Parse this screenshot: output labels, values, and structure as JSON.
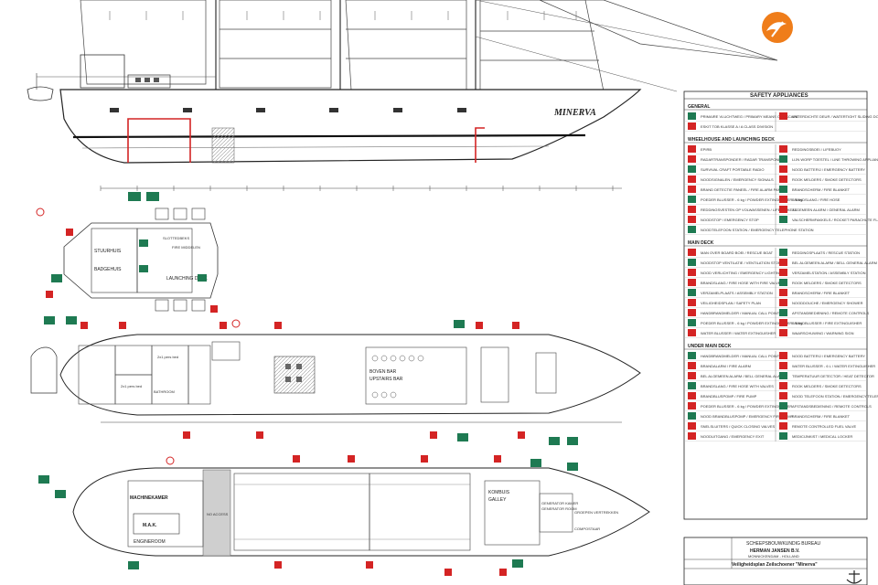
{
  "ship": {
    "name": "MINERVA"
  },
  "legend": {
    "title": "SAFETY APPLIANCES",
    "sections": [
      {
        "name": "GENERAL",
        "left": [
          "PRIMAIRE VLUCHTWEG / PRIMARY MEANS OF ESCAPE",
          "ESKIT TOB KLASSE A / A CLASS DIVISION"
        ],
        "right": [
          "WATERDICHTE DEUR / WATERTIGHT SLIDING DOOR"
        ]
      },
      {
        "name": "WHEELHOUSE AND LAUNCHING DECK",
        "left": [
          "EPIRB",
          "RADARTRANSPONDER / RADAR TRANSPONDER",
          "SURVIVAL CRAFT PORTABLE RADIO",
          "NOODSIGNALEN / EMERGENCY SIGNALS",
          "BRAND DETECTIE PANEEL / FIRE ALARM PANEL",
          "POEDER BLUSSER - 6 kg / POWDER EXTINGUISHER - 6 kg",
          "REDDINGSVESTEN OP VOLWASSENEN / LIFEJACKETS",
          "NOODSTOP / EMERGENCY STOP",
          "NOODTELEFOON STATION / EMERGENCY TELEPHONE STATION"
        ],
        "right": [
          "REDDINGSBOEI / LIFEBUOY",
          "LIJN WORP TOESTEL / LINE THROWING APPLIANCE",
          "NOOD BATTERIJ / EMERGENCY BATTERY",
          "ROOK MELDERS / SMOKE DETECTORS",
          "BRANDSCHERM / FIRE BLANKET",
          "BRANDSLANG / FIRE HOSE",
          "ALGEMEEN ALARM / GENERAL ALARM",
          "VALSCHERMFAKKELS / ROCKET PARACHUTE FLARES"
        ]
      },
      {
        "name": "MAIN DECK",
        "left": [
          "MAN OVER BOARD BOEI / RESCUE BOAT",
          "NOODSTOP VENTILATIE / VENTILATION STOP",
          "NOOD VERLICHTING / EMERGENCY LIGHTING",
          "BRANDSLANG / FIRE HOSE WITH FIRE VALVES",
          "VERZAMELPLAATS / ASSEMBLY STATION",
          "VEILIGHEIDSPLAN / SAFETY PLAN",
          "HANDBRANDMELDER / MANUAL CALL POINT",
          "POEDER BLUSSER - 6 kg / POWDER EXTINGUISHER - 6 kg",
          "WATER BLUSSER / WATER EXTINGUISHER"
        ],
        "right": [
          "REDDINGSPLAATS / RESCUE STATION",
          "BEL ALGEMEEN ALARM / BELL GENERAL ALARM",
          "VERZAMELSTATION / ASSEMBLY STATION",
          "ROOK MELDERS / SMOKE DETECTORS",
          "BRANDSCHERM / FIRE BLANKET",
          "NOODDOUCHE / EMERGENCY SHOWER",
          "AFSTANDBEDIENING / REMOTE CONTROLS",
          "BRANDBLUSSER / FIRE EXTINGUISHER",
          "WAARSCHUWING / WARNING SIGN"
        ]
      },
      {
        "name": "UNDER MAIN DECK",
        "left": [
          "HANDBRANDMELDER / MANUAL CALL POINT",
          "BRANDALARM / FIRE ALARM",
          "BEL ALGEMEEN ALARM / BELL GENERAL ALARM",
          "BRANDSLANG / FIRE HOSE WITH VALVES",
          "BRANDBLUSPOMP / FIRE PUMP",
          "POEDER BLUSSER - 6 kg / POWDER EXTINGUISHER",
          "NOOD BRANDBLUSPOMP / EMERGENCY FIRE PUMP",
          "SNELSLUITERS / QUICK CLOSING VALVES",
          "NOODUITGANG / EMERGENCY EXIT"
        ],
        "right": [
          "NOOD BATTERIJ / EMERGENCY BATTERY",
          "WATER BLUSSER - 6 L / WATER EXTINGUISHER",
          "TEMPERATUUR DETECTOR / HEAT DETECTOR",
          "ROOK MELDERS / SMOKE DETECTORS",
          "NOOD TELEFOON STATION / EMERGENCY TELEPHONE",
          "AFSTANDSBEDIENING / REMOTE CONTROLS",
          "BRANDSCHERM / FIRE BLANKET",
          "REMOTE CONTROLLED FUEL VALVE",
          "MEDICIJNKIST / MEDICAL LOCKER"
        ]
      }
    ]
  },
  "title_block": {
    "office": "SCHEEPSBOUWKUNDIG BUREAU",
    "company": "HERMAN JANSEN B.V.",
    "city": "MONNICKENDAM - HOLLAND",
    "plan": "Veiligheidsplan Zeilschoener \"Minerva\""
  },
  "deck_labels": {
    "top_deck": [
      "STUURHUIS",
      "BADGEHUIS",
      "LAUNCHING DECK",
      "SLOTTEDBEKS",
      "FIRE MIDDELEN"
    ],
    "main_deck": [
      "BOVEN BAR",
      "UPSTAIRS BAR",
      "2x1 pers bed",
      "2x1 pers bed",
      "BATHROOM"
    ],
    "lower_deck": [
      "MACHINEKAMER",
      "M.A.K.",
      "ENGINEROOM",
      "NO ACCESS",
      "KOMBUIS",
      "GALLEY",
      "GENERATOR KAMER",
      "GENERATOR ROOM",
      "GROEPEN VERTREKKEN",
      "COMPOSTAAR"
    ]
  },
  "colors": {
    "line": "#333333",
    "safety_red": "#d42424",
    "safety_green": "#1e7a52",
    "logo_orange": "#ef7d1a"
  },
  "icons": [
    "logo-icon",
    "life-ring-icon",
    "fire-extinguisher-icon",
    "exit-sign-icon",
    "fire-hose-icon",
    "alarm-icon"
  ]
}
